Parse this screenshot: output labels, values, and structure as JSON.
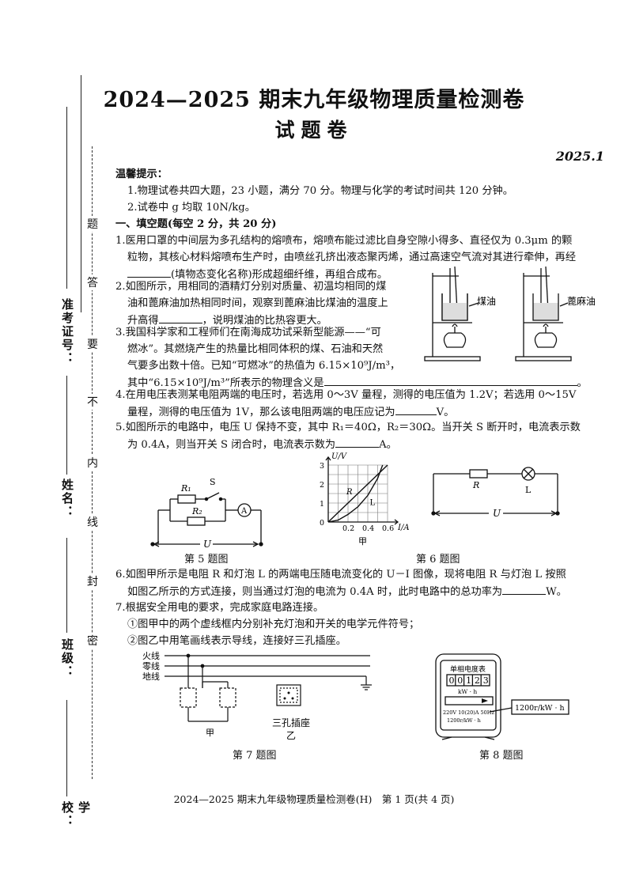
{
  "header": {
    "title": "2024—2025 期末九年级物理质量检测卷",
    "subtitle": "试题卷",
    "date": "2025.1"
  },
  "binding_margin": {
    "exam_no_label": "准考证号：",
    "name_label": "姓名：",
    "class_label": "班级：",
    "school_label": "学校：",
    "seal_chars": [
      "题",
      "答",
      "要",
      "不",
      "内",
      "线",
      "封",
      "密"
    ]
  },
  "notice": {
    "heading": "温馨提示：",
    "items": [
      "1.物理试卷共四大题，23 小题，满分 70 分。物理与化学的考试时间共 120 分钟。",
      "2.试卷中 g 均取 10N/kg。"
    ]
  },
  "section1": {
    "heading": "一、填空题(每空 2 分，共 20 分)"
  },
  "questions": {
    "q1": {
      "line1": "1.医用口罩的中间层为多孔结构的熔喷布，熔喷布能过滤比自身空隙小得多、直径仅为 0.3μm 的颗",
      "line2": "粒物，其核心材料熔喷布生产时，由喷丝孔挤出液态聚丙烯，通过高速空气流对其进行牵伸，再经",
      "line3": "(填物态变化名称)形成超细纤维，再组合成布。"
    },
    "q2": {
      "line1": "2.如图所示，用相同的酒精灯分别对质量、初温均相同的煤",
      "line2": "油和蓖麻油加热相同时间，观察到蓖麻油比煤油的温度上",
      "line3a": "升高得",
      "line3b": "，说明煤油的比热容更大。",
      "label_kerosene": "煤油",
      "label_castor": "蓖麻油"
    },
    "q3": {
      "line1": "3.我国科学家和工程师们在南海成功试采新型能源——“可",
      "line2": "燃冰”。其燃烧产生的热量比相同体积的煤、石油和天然",
      "line3": "气要多出数十倍。已知“可燃冰”的热值为 6.15×10⁹J/m³，",
      "line4a": "其中“6.15×10⁹J/m³”所表示的物理含义是",
      "line4b": "。"
    },
    "q4": {
      "line1": "4.在用电压表测某电阻两端的电压时，若选用 0～3V 量程，测得的电压值为 1.2V；若选用 0～15V",
      "line2a": "量程，测得的电压值为 1V，那么该电阻两端的电压应记为",
      "line2b": "V。"
    },
    "q5": {
      "line1": "5.如图所示的电路中，电压 U 保持不变，其中 R₁＝40Ω，R₂＝30Ω。当开关 S 断开时，电流表示数",
      "line2a": "为 0.4A，则当开关 S 闭合时，电流表示数为",
      "line2b": "A。",
      "fig_r1": "R₁",
      "fig_r2": "R₂",
      "fig_s": "S",
      "fig_a": "A",
      "fig_u": "U",
      "caption": "第 5 题图"
    },
    "q6": {
      "line1": "6.如图甲所示是电阻 R 和灯泡 L 的两端电压随电流变化的 U－I 图像，现将电阻 R 与灯泡 L 按照",
      "line2a": "如图乙所示的方式连接，则当通过灯泡的电流为 0.4A 时，此时电路中的总功率为",
      "line2b": "W。",
      "graph_ylabel": "U/V",
      "graph_xlabel": "I/A",
      "graph_caption": "甲",
      "curve_r_label": "R",
      "curve_l_label": "L",
      "circuit_r": "R",
      "circuit_l": "L",
      "circuit_u": "U",
      "caption": "第 6 题图"
    },
    "q7": {
      "line1": "7.根据安全用电的要求，完成家庭电路连接。",
      "line2": "①图甲中的两个虚线框内分别补充灯泡和开关的电学元件符号；",
      "line3": "②图乙中用笔画线表示导线，连接好三孔插座。",
      "wire_live": "火线",
      "wire_neutral": "零线",
      "wire_ground": "地线",
      "label_jia": "甲",
      "socket_label": "三孔插座",
      "label_yi": "乙",
      "caption": "第 7 题图"
    },
    "q8": {
      "meter_title": "单相电度表",
      "meter_digits": [
        "0",
        "0",
        "1",
        "2",
        "3"
      ],
      "meter_unit": "kW · h",
      "meter_spec": "220V 10(20)A 50Hz",
      "meter_rate": "1200r/kW · h",
      "callout": "1200r/kW · h",
      "caption": "第 8 题图"
    }
  },
  "chart_data": {
    "type": "line",
    "title": "",
    "xlabel": "I/A",
    "ylabel": "U/V",
    "x_ticks": [
      0.2,
      0.4,
      0.6
    ],
    "y_ticks": [
      0,
      1,
      2,
      3
    ],
    "xlim": [
      0,
      0.6
    ],
    "ylim": [
      0,
      3
    ],
    "grid": true,
    "series": [
      {
        "name": "R",
        "x": [
          0,
          0.1,
          0.2,
          0.3,
          0.4,
          0.5,
          0.6
        ],
        "y": [
          0,
          0.5,
          1.0,
          1.5,
          2.0,
          2.5,
          3.0
        ]
      },
      {
        "name": "L",
        "x": [
          0,
          0.1,
          0.2,
          0.3,
          0.4,
          0.5,
          0.55
        ],
        "y": [
          0,
          0.1,
          0.4,
          0.8,
          1.4,
          2.3,
          3.0
        ]
      }
    ]
  },
  "footer": {
    "text": "2024—2025 期末九年级物理质量检测卷(H)　第 1 页(共 4 页)"
  }
}
